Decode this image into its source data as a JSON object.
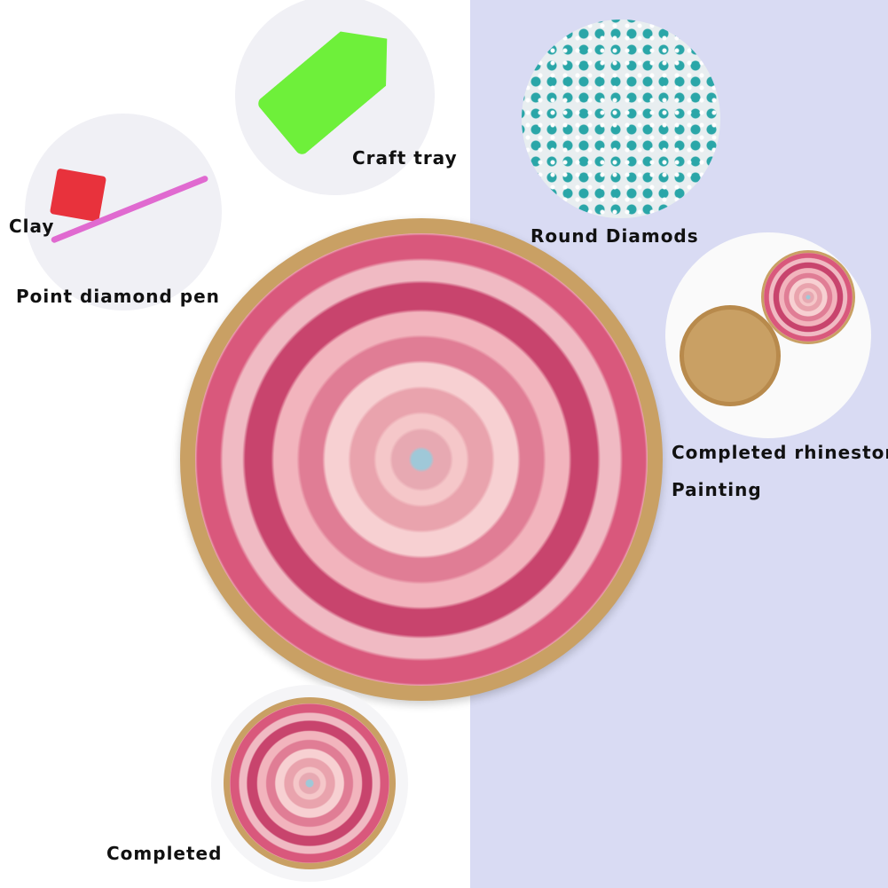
{
  "labels": {
    "clay": "Clay",
    "pen": "Point diamond pen",
    "tray": "Craft tray",
    "diamonds": "Round  Diamods",
    "completed_line1": "Completed rhinestone",
    "completed_line2": "Painting",
    "completed": "Completed"
  },
  "colors": {
    "right_bg": "#d9dbf3",
    "wood": "#c9a064",
    "tray": "#6ef03a",
    "clay": "#e8323c",
    "pen": "#e06ad0",
    "diamond": "#2aa6a8"
  }
}
